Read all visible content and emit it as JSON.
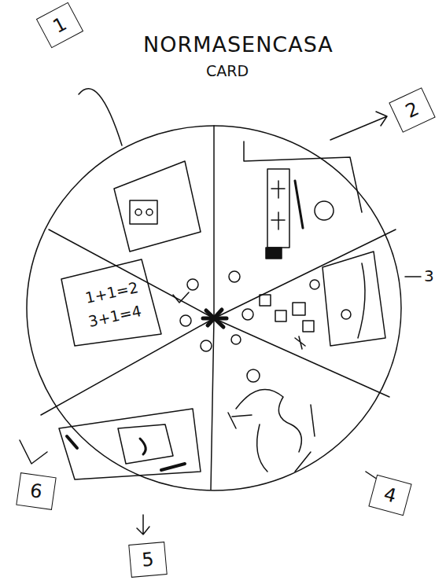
{
  "diagram": {
    "title": "NORMASENCASA",
    "nodes": [
      {
        "text": [
          "1"
        ]
      },
      {
        "text": [
          "2"
        ]
      },
      {
        "text": [
          "4"
        ]
      },
      {
        "text": [
          "5"
        ]
      },
      {
        "text": [
          "6"
        ]
      }
    ],
    "labels": [
      "CARD",
      "1+1=2",
      "3+1=4",
      "3"
    ]
  }
}
